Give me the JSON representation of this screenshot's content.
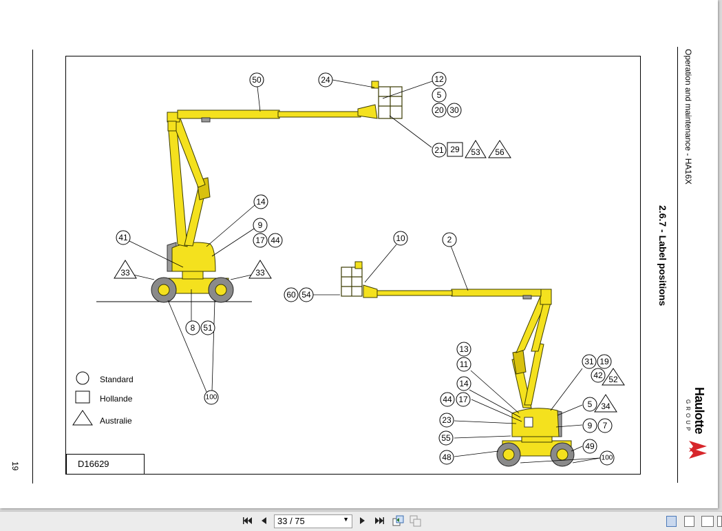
{
  "page": {
    "page_number": "19",
    "running_header": "Operation and maintenance - HA16X",
    "section_title": "2.6.7 -  Label positions",
    "brand": {
      "name": "Haulotte",
      "group": "GROUP",
      "color": "#d7262b"
    },
    "drawing_id": "D16629"
  },
  "legend": [
    {
      "shape": "circle",
      "label": "Standard"
    },
    {
      "shape": "square",
      "label": "Hollande"
    },
    {
      "shape": "triangle",
      "label": "Australie"
    }
  ],
  "callouts": {
    "c50": "50",
    "c24": "24",
    "c12": "12",
    "c5a": "5",
    "c20": "20",
    "c30": "30",
    "c21": "21",
    "s29": "29",
    "t53": "53",
    "t56": "56",
    "c14a": "14",
    "c9a": "9",
    "c17a": "17",
    "c44a": "44",
    "c41": "41",
    "t33a": "33",
    "t33b": "33",
    "c8": "8",
    "c51": "51",
    "c100a": "100",
    "c10": "10",
    "c2": "2",
    "c60": "60",
    "c54": "54",
    "c13": "13",
    "c11": "11",
    "c14b": "14",
    "c44b": "44",
    "c17b": "17",
    "c23": "23",
    "c55": "55",
    "c48": "48",
    "c31": "31",
    "c19": "19",
    "c42": "42",
    "t52": "52",
    "c5b": "5",
    "t34": "34",
    "c9b": "9",
    "c7": "7",
    "c49": "49",
    "c100b": "100"
  },
  "colors": {
    "machine_yellow": "#f4e11e",
    "machine_outline": "#3a3a00",
    "tire": "#8a8a8a"
  },
  "toolbar": {
    "page_display": "33 / 75",
    "first_icon": "first-page-icon",
    "prev_icon": "previous-page-icon",
    "next_icon": "next-page-icon",
    "last_icon": "last-page-icon"
  }
}
